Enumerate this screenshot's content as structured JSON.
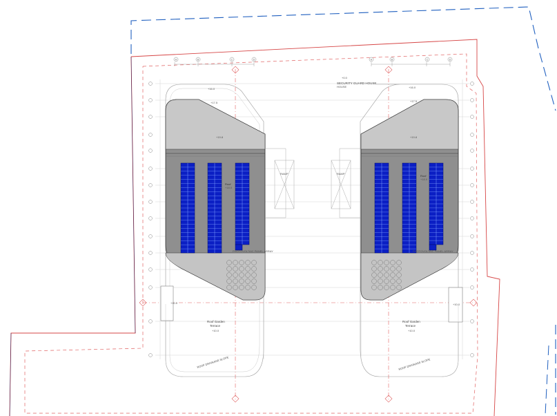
{
  "labels": {
    "security_guard_house": "SECURITY GUARD HOUSE",
    "roof_left": "Roof",
    "roof_right": "Roof",
    "roof_garden_left": "Roof Garden",
    "terrace_left": "Terrace",
    "roof_garden_right": "Roof Garden",
    "terrace_right": "Terrace",
    "solar_note_left": "PHOTOVOLTAIC PANEL ARRAY",
    "solar_note_right": "PHOTOVOLTAIC PANEL ARRAY"
  },
  "top_grid_left": [
    "A",
    "B",
    "C",
    "D"
  ],
  "top_grid_right": [
    "A",
    "B",
    "C",
    "D"
  ],
  "side_grid": [
    "1",
    "2",
    "3",
    "4",
    "5",
    "6",
    "7",
    "8",
    "9",
    "10",
    "11",
    "12",
    "13",
    "14"
  ],
  "colors": {
    "site_boundary": "#1f5fbf",
    "property_line": "#d64545",
    "setback": "#e06060",
    "roof_dark": "#8f8f8f",
    "roof_light": "#c8c8c8",
    "panel": "#0b1fc4",
    "panel_line": "#7fa0ff"
  }
}
